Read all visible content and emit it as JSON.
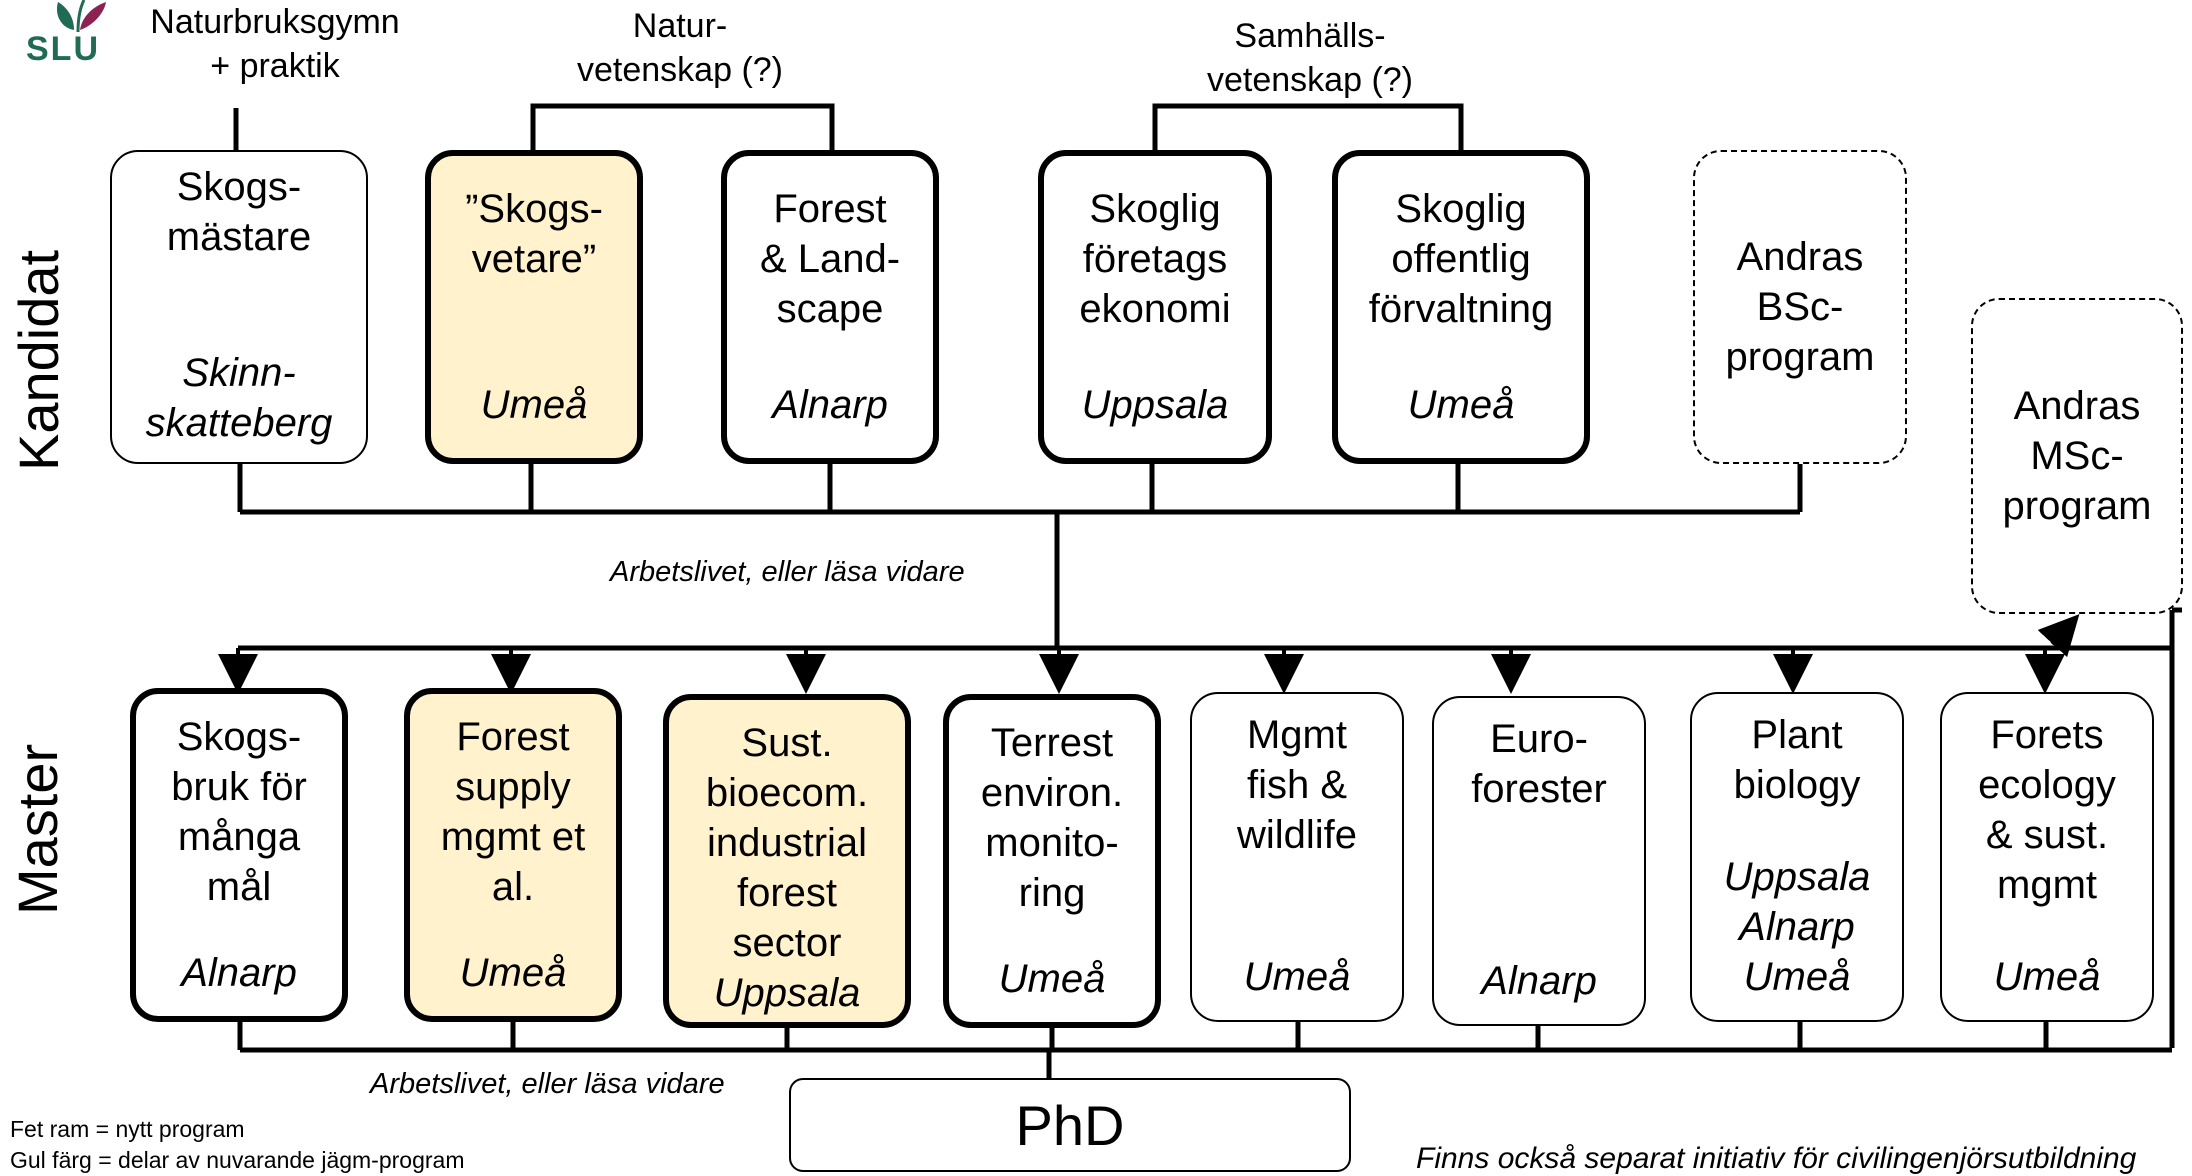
{
  "header": {
    "logo_text": "SLU",
    "entry_label": "Naturbruksgymn\n+ praktik",
    "natur_label": "Natur-\nvetenskap (?)",
    "samhalls_label": "Samhälls-\nvetenskap (?)"
  },
  "levels": {
    "kandidat": "Kandidat",
    "master": "Master"
  },
  "kandidat": [
    {
      "name": "Skogs-\nmästare",
      "location": "Skinn-\nskatteberg",
      "bold": false,
      "yellow": false
    },
    {
      "name": "”Skogs-\nvetare”",
      "location": "Umeå",
      "bold": true,
      "yellow": true
    },
    {
      "name": "Forest\n& Land-\nscape",
      "location": "Alnarp",
      "bold": true,
      "yellow": false
    },
    {
      "name": "Skoglig\nföretags\nekonomi",
      "location": "Uppsala",
      "bold": true,
      "yellow": false
    },
    {
      "name": "Skoglig\noffentlig\nförvaltning",
      "location": "Umeå",
      "bold": true,
      "yellow": false
    }
  ],
  "other_bsc": "Andras\nBSc-\nprogram",
  "other_msc": "Andras\nMSc-\nprogram",
  "master": [
    {
      "name": "Skogs-\nbruk för\nmånga\nmål",
      "location": "Alnarp",
      "bold": true,
      "yellow": false
    },
    {
      "name": "Forest\nsupply\nmgmt et\nal.",
      "location": "Umeå",
      "bold": true,
      "yellow": true
    },
    {
      "name": "Sust.\nbioecom.\nindustrial\nforest\nsector",
      "location": "Uppsala",
      "bold": true,
      "yellow": true
    },
    {
      "name": "Terrest\nenviron.\nmonito-\nring",
      "location": "Umeå",
      "bold": true,
      "yellow": false
    },
    {
      "name": "Mgmt\nfish &\nwildlife",
      "location": "Umeå",
      "bold": false,
      "yellow": false
    },
    {
      "name": "Euro-\nforester",
      "location": "Alnarp",
      "bold": false,
      "yellow": false
    },
    {
      "name": "Plant\nbiology",
      "location": "Uppsala\nAlnarp\nUmeå",
      "bold": false,
      "yellow": false
    },
    {
      "name": "Forets\necology\n& sust.\nmgmt",
      "location": "Umeå",
      "bold": false,
      "yellow": false
    }
  ],
  "notes": {
    "after_kandidat": "Arbetslivet, eller läsa vidare",
    "after_master": "Arbetslivet, eller läsa vidare",
    "phd": "PhD",
    "civilingenjor": "Finns också separat initiativ för civilingenjörsutbildning"
  },
  "legend": "Fet ram = nytt program\nGul färg = delar av nuvarande jägm-program",
  "colors": {
    "yellow_fill": "#fff2cc",
    "logo_green": "#1f6b55",
    "logo_purple": "#8b2252"
  }
}
